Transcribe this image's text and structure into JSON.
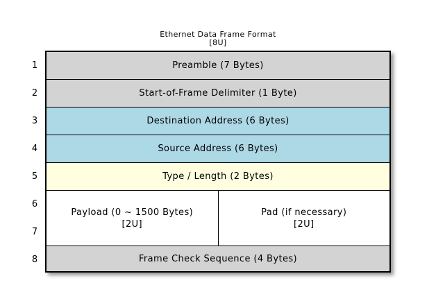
{
  "title": {
    "line1": "Ethernet Data Frame Format",
    "line2": "[8U]"
  },
  "colors": {
    "gray": "#d3d3d3",
    "blue": "#add8e6",
    "yellow": "#ffffe0",
    "white": "#ffffff",
    "border": "#000000"
  },
  "row_numbers": [
    "1",
    "2",
    "3",
    "4",
    "5",
    "6",
    "7",
    "8"
  ],
  "rows": [
    {
      "label": "Preamble (7 Bytes)",
      "fill": "gray"
    },
    {
      "label": "Start-of-Frame Delimiter (1 Byte)",
      "fill": "gray"
    },
    {
      "label": "Destination Address (6 Bytes)",
      "fill": "blue"
    },
    {
      "label": "Source Address (6 Bytes)",
      "fill": "blue"
    },
    {
      "label": "Type / Length (2 Bytes)",
      "fill": "yellow"
    },
    {
      "fill": "white",
      "cells": [
        {
          "line1": "Payload (0 ~ 1500 Bytes)",
          "line2": "[2U]"
        },
        {
          "line1": "Pad (if necessary)",
          "line2": "[2U]"
        }
      ]
    },
    {
      "label": "Frame Check Sequence (4 Bytes)",
      "fill": "gray"
    }
  ]
}
